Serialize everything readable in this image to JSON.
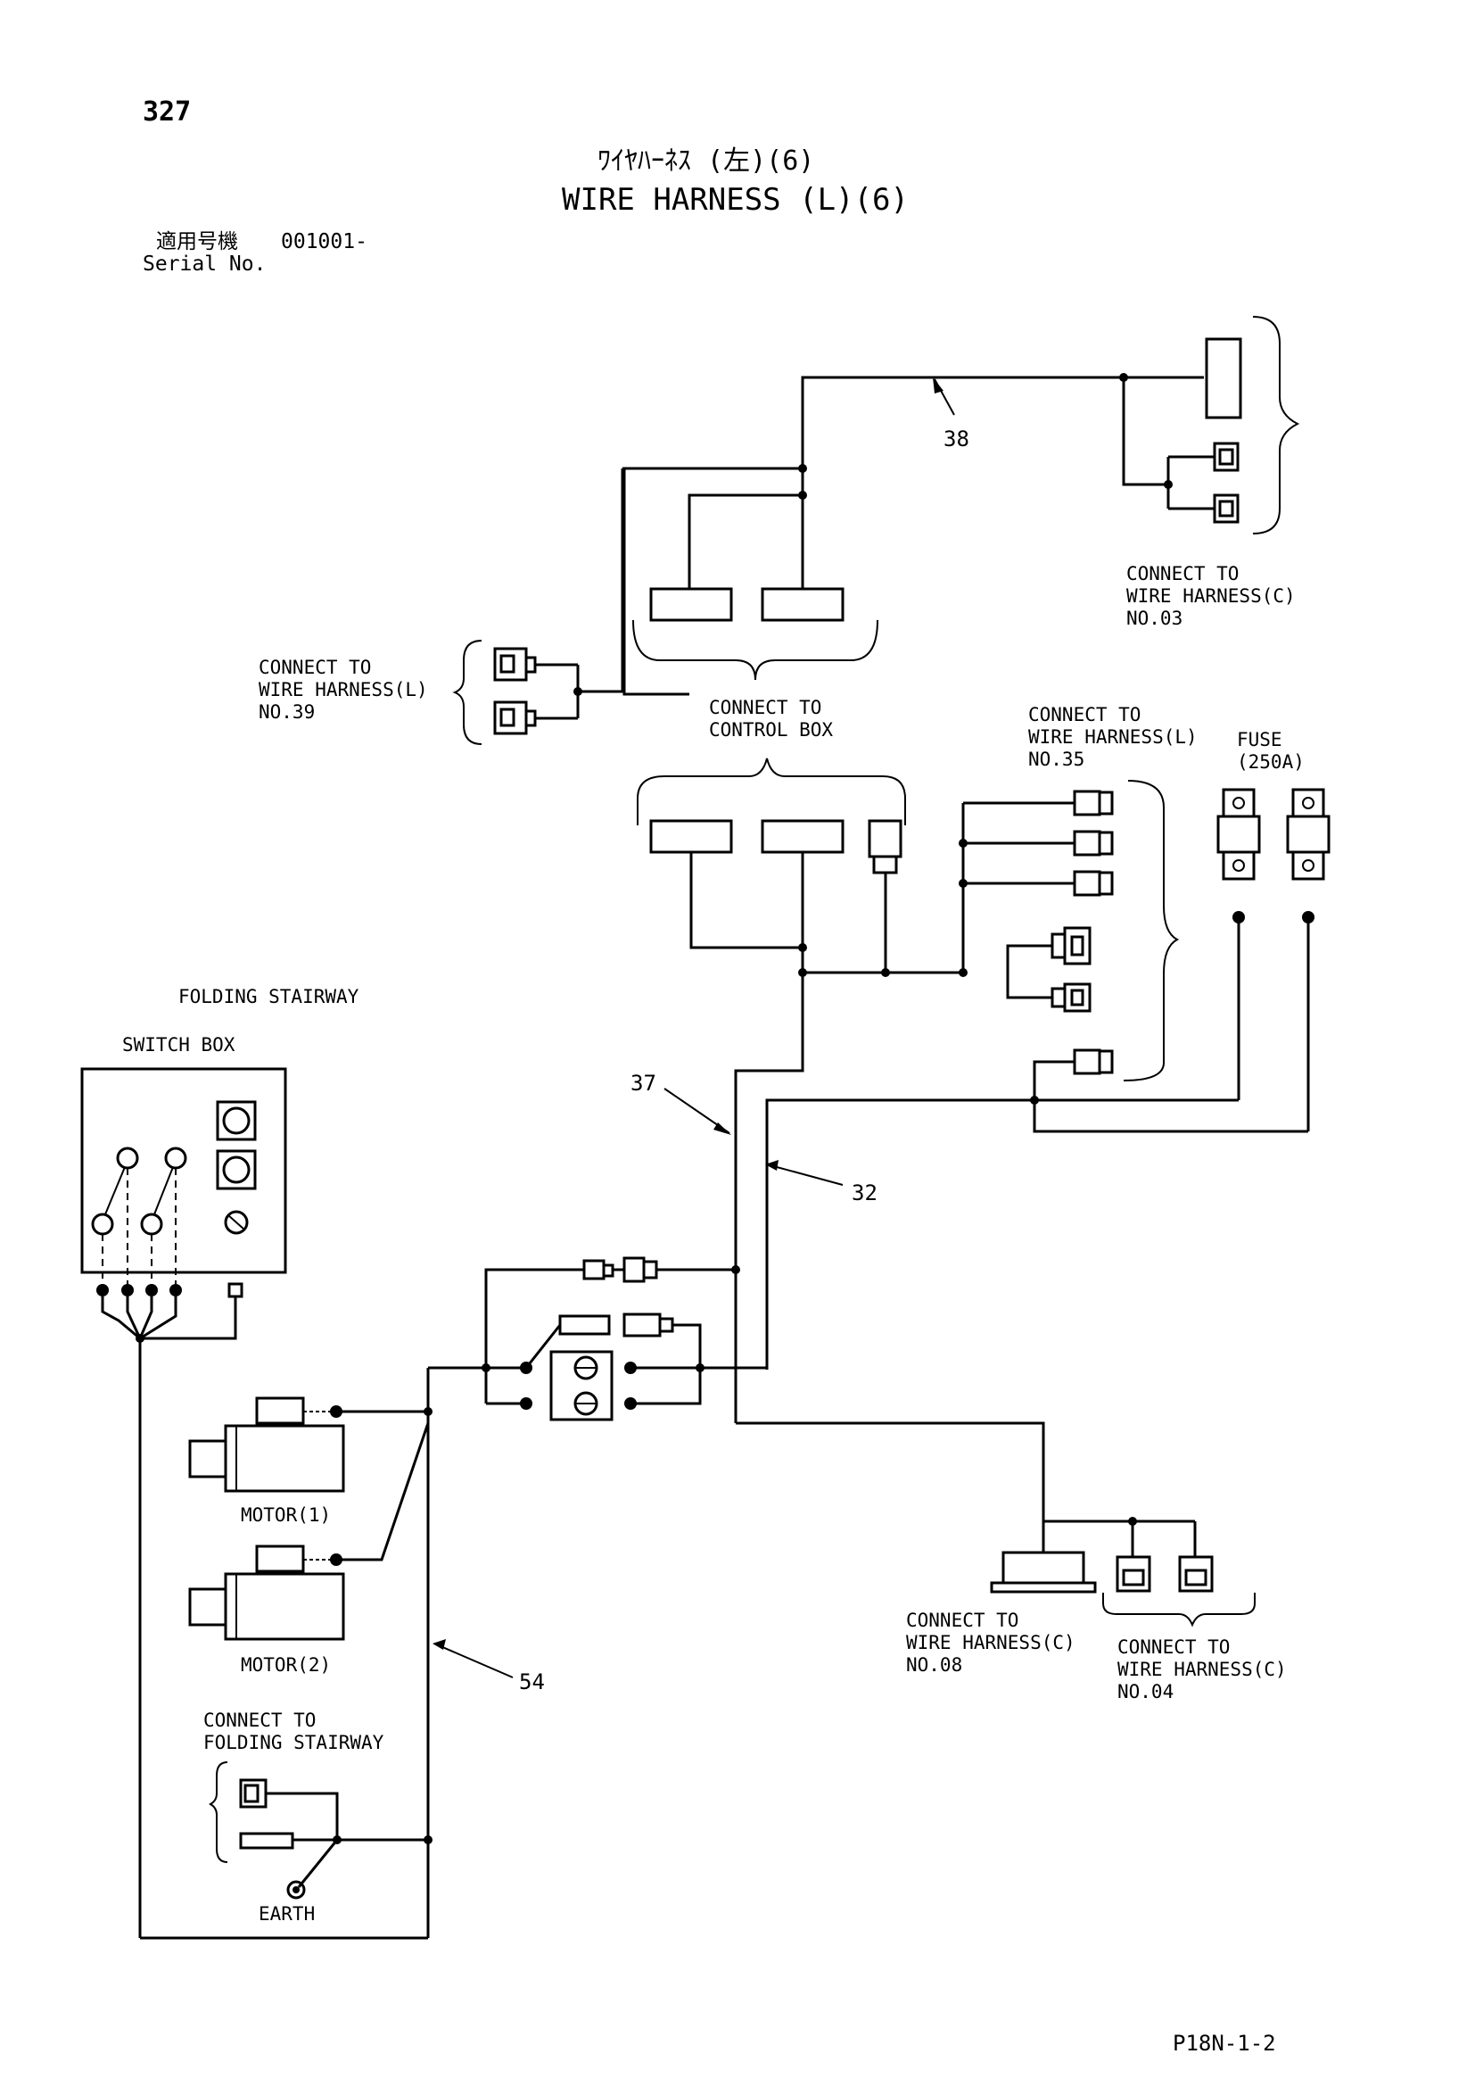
{
  "page": {
    "number": "327",
    "title_jp": "ﾜｲﾔﾊｰﾈｽ (左)(6)",
    "title_en": "WIRE HARNESS (L)(6)",
    "serial_label_jp": "適用号機",
    "serial_value": "001001-",
    "serial_label_en": "Serial No.",
    "footer_code": "P18N-1-2"
  },
  "labels": {
    "connect_to_wire_harness_c_03": [
      "CONNECT TO",
      "WIRE HARNESS(C)",
      "NO.03"
    ],
    "connect_to_wire_harness_l_39": [
      "CONNECT TO",
      "WIRE HARNESS(L)",
      "NO.39"
    ],
    "connect_to_control_box": [
      "CONNECT TO",
      "CONTROL BOX"
    ],
    "connect_to_wire_harness_l_35": [
      "CONNECT TO",
      "WIRE HARNESS(L)",
      "NO.35"
    ],
    "fuse": [
      "FUSE",
      "(250A)"
    ],
    "folding_stairway": "FOLDING STAIRWAY",
    "switch_box": "SWITCH BOX",
    "motor_1": "MOTOR(1)",
    "motor_2": "MOTOR(2)",
    "connect_to_wire_harness_c_08": [
      "CONNECT TO",
      "WIRE HARNESS(C)",
      "NO.08"
    ],
    "connect_to_wire_harness_c_04": [
      "CONNECT TO",
      "WIRE HARNESS(C)",
      "NO.04"
    ],
    "connect_to_folding_stairway": [
      "CONNECT TO",
      "FOLDING STAIRWAY"
    ],
    "earth": "EARTH"
  },
  "callouts": {
    "c38": "38",
    "c37": "37",
    "c32": "32",
    "c54": "54"
  }
}
